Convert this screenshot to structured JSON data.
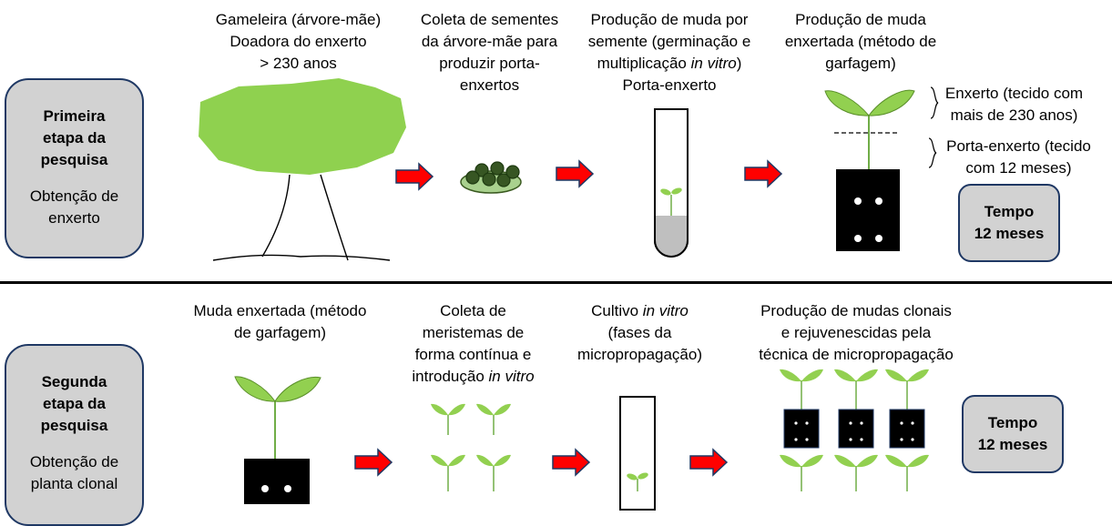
{
  "stage1": {
    "title": "Primeira\netapa da\npesquisa",
    "subtitle": "Obtenção de\nenxerto",
    "time_label": "Tempo\n12 meses",
    "captions": {
      "tree": "Gameleira (árvore-mãe)\nDoadora do enxerto\n> 230 anos",
      "seeds": "Coleta de sementes\nda árvore-mãe para\nproduzir porta-\nenxertos",
      "seedling_pre": "Produção de muda por\nsemente (germinação e\nmultiplicação ",
      "seedling_italic": "in vitro",
      "seedling_post": ")\nPorta-enxerto",
      "grafted": "Produção de muda\nenxertada (método de\ngarfagem)"
    },
    "labels": {
      "scion": "Enxerto (tecido com\nmais de 230 anos)",
      "rootstock": "Porta-enxerto (tecido\ncom 12 meses)"
    }
  },
  "stage2": {
    "title": "Segunda\netapa da\npesquisa",
    "subtitle": "Obtenção de\nplanta clonal",
    "time_label": "Tempo\n12 meses",
    "captions": {
      "grafted": "Muda enxertada (método\nde garfagem)",
      "meristem_pre": "Coleta de\nmeristemas de\nforma contínua e\nintrodução ",
      "meristem_italic": "in vitro",
      "culture_pre": "Cultivo ",
      "culture_italic": "in vitro",
      "culture_post": "\n(fases da\nmicropropagação)",
      "clones": "Produção de mudas clonais\ne rejuvenescidas pela\ntécnica de micropropagação"
    }
  },
  "colors": {
    "box_fill": "#d2d2d2",
    "box_border": "#1f3864",
    "leaf_green": "#92d050",
    "tree_green": "#8fd14f",
    "arrow_red": "#ff0000",
    "arrow_outline": "#1f3864"
  }
}
